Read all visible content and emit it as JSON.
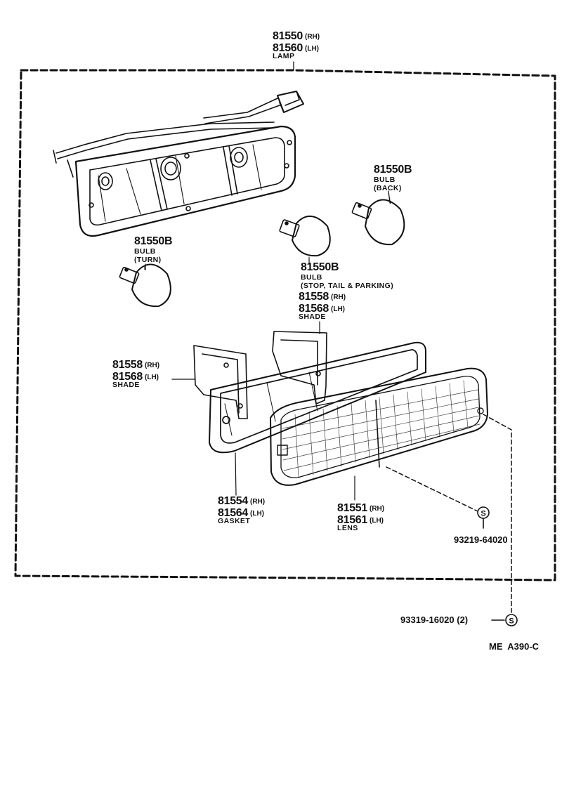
{
  "lamp": {
    "part_rh": "81550",
    "part_rh_side": "(RH)",
    "part_lh": "81560",
    "part_lh_side": "(LH)",
    "name": "LAMP"
  },
  "bulb_back": {
    "part": "81550B",
    "name1": "BULB",
    "name2": "(BACK)"
  },
  "bulb_turn": {
    "part": "81550B",
    "name1": "BULB",
    "name2": "(TURN)"
  },
  "bulb_stop": {
    "part": "81550B",
    "name1": "BULB",
    "name2": "(STOP, TAIL & PARKING)"
  },
  "shade_upper": {
    "part_rh": "81558",
    "part_rh_side": "(RH)",
    "part_lh": "81568",
    "part_lh_side": "(LH)",
    "name": "SHADE"
  },
  "shade_left": {
    "part_rh": "81558",
    "part_rh_side": "(RH)",
    "part_lh": "81568",
    "part_lh_side": "(LH)",
    "name": "SHADE"
  },
  "gasket": {
    "part_rh": "81554",
    "part_rh_side": "(RH)",
    "part_lh": "81564",
    "part_lh_side": "(LH)",
    "name": "GASKET"
  },
  "lens": {
    "part_rh": "81551",
    "part_rh_side": "(RH)",
    "part_lh": "81561",
    "part_lh_side": "(LH)",
    "name": "LENS"
  },
  "screw_lens": {
    "part": "93219-64020",
    "symbol": "S"
  },
  "screw_mount": {
    "part": "93319-16020 (2)",
    "symbol": "S"
  },
  "figure_code": "ME  A390-C"
}
